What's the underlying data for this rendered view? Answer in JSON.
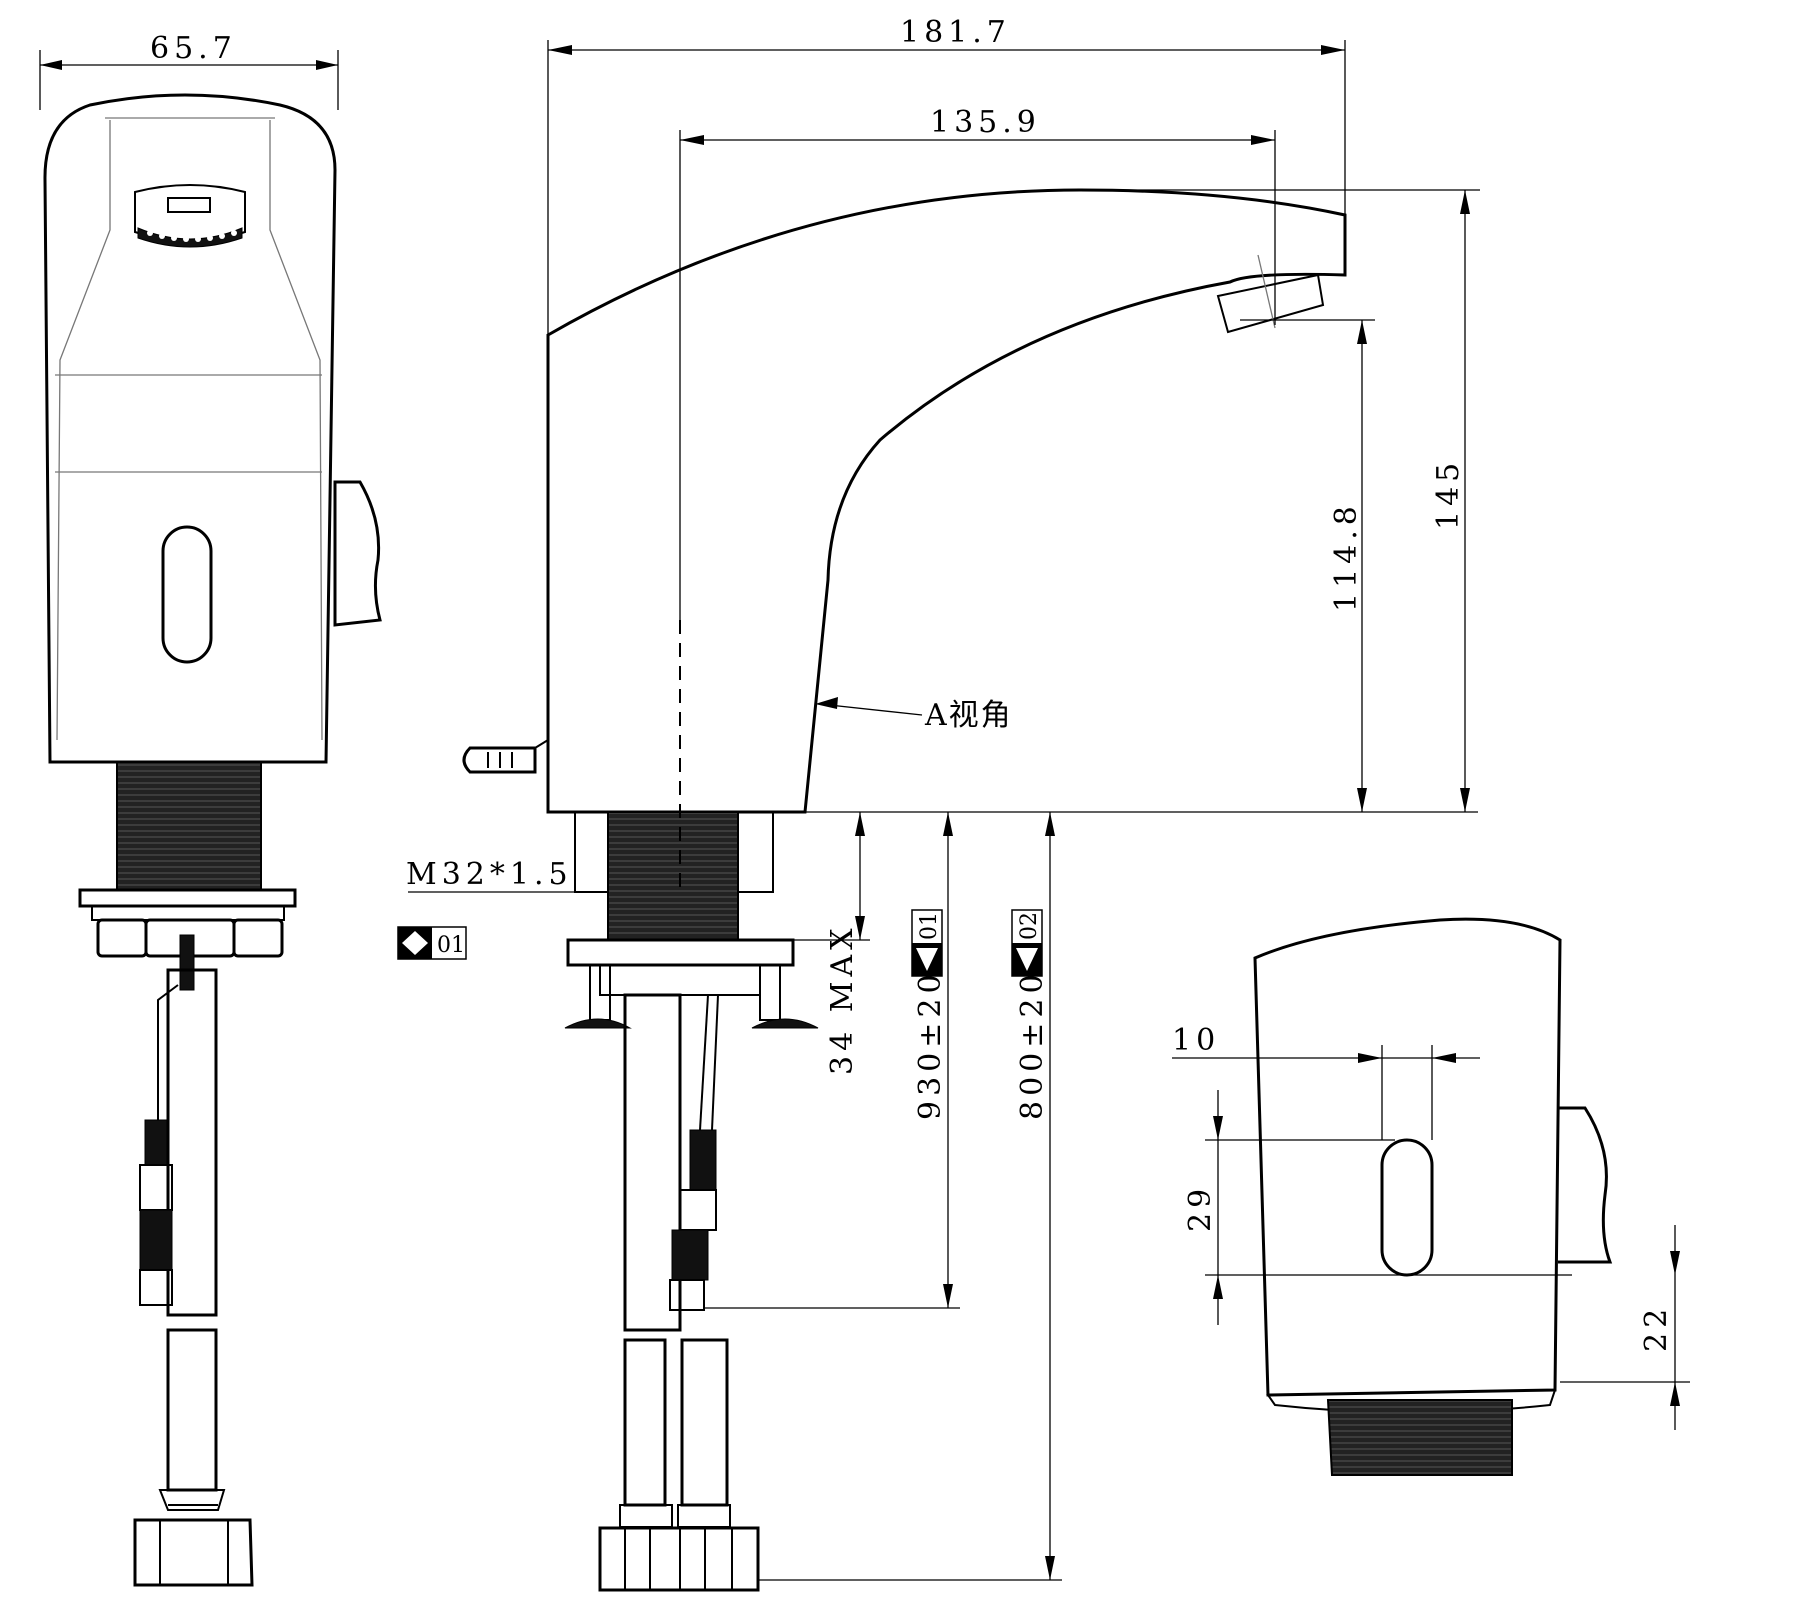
{
  "diagram": {
    "dimensions": {
      "front_width": "65.7",
      "overall_length": "181.7",
      "spout_reach": "135.9",
      "outlet_height": "114.8",
      "total_height": "145",
      "thread": "M32*1.5",
      "max_deck": "34 MAX",
      "hose_length_1": "930±20",
      "hose_length_2": "800±20",
      "sensor_width": "10",
      "sensor_height": "29",
      "sensor_offset": "22"
    },
    "labels": {
      "view_a": "A视角",
      "tag_01": "01",
      "tag_02": "02"
    }
  }
}
